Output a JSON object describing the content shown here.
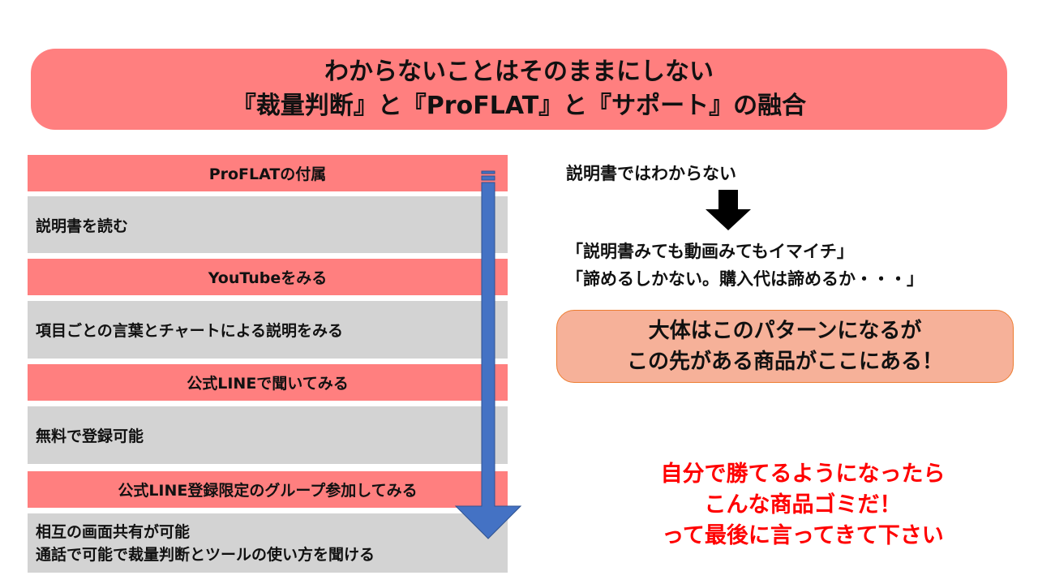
{
  "title": {
    "line1": "わからないことはそのままにしない",
    "line2": "『裁量判断』と『ProFLAT』と『サポート』の融合"
  },
  "steps": [
    {
      "header": "ProFLATの付属",
      "detail": [
        "説明書を読む"
      ]
    },
    {
      "header": "YouTubeをみる",
      "detail": [
        "項目ごとの言葉とチャートによる説明をみる"
      ]
    },
    {
      "header": "公式LINEで聞いてみる",
      "detail": [
        "無料で登録可能"
      ]
    },
    {
      "header": "公式LINE登録限定のグループ参加してみる",
      "detail": [
        "相互の画面共有が可能",
        "通話で可能で裁量判断とツールの使い方を聞ける"
      ]
    }
  ],
  "right": {
    "intro": "説明書ではわからない",
    "quote1": "「説明書みても動画みてもイマイチ」",
    "quote2": "「諦めるしかない。購入代は諦めるか・・・」",
    "box_line1": "大体はこのパターンになるが",
    "box_line2": "この先がある商品がここにある！",
    "red_line1": "自分で勝てるようになったら",
    "red_line2": "こんな商品ゴミだ！",
    "red_line3": "って最後に言ってきて下さい"
  },
  "colors": {
    "pink": "#ff7f7f",
    "gray": "#d3d3d3",
    "arrow": "#4472c4",
    "red": "#ff0000",
    "orange_box": "#f6b199"
  }
}
